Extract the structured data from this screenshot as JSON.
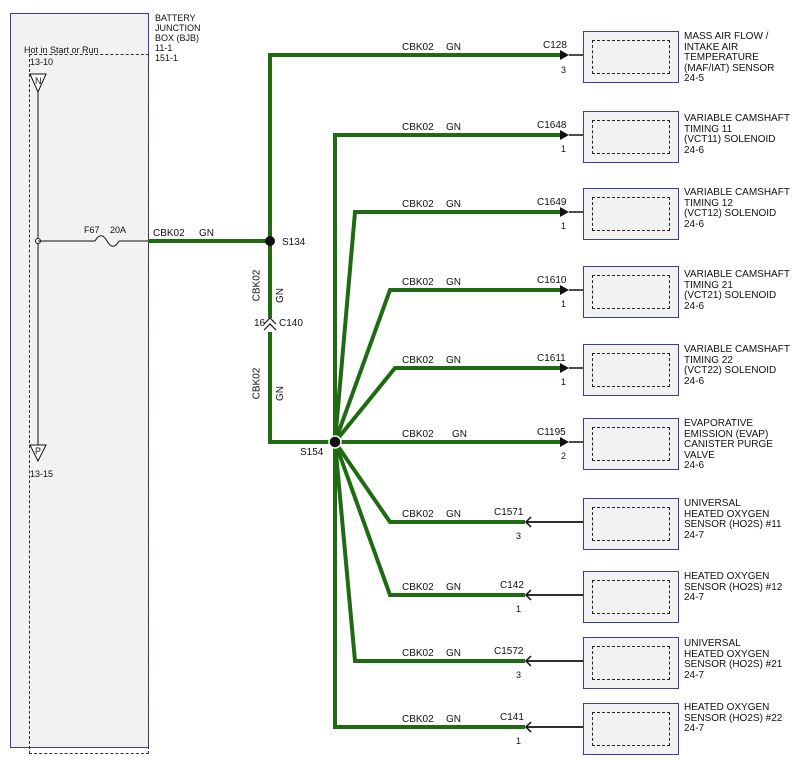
{
  "bjb": {
    "title_lines": [
      "BATTERY",
      "JUNCTION",
      "BOX (BJB)",
      "11-1",
      "151-1"
    ],
    "hot_label": "Hot in Start or Run",
    "top_ref": "13-10",
    "bottom_ref": "13-15",
    "pin_top": "N",
    "pin_bottom": "P",
    "fuse_name": "F67",
    "fuse_rating": "20A"
  },
  "main_wire": {
    "circuit": "CBK02",
    "color": "GN"
  },
  "splices": {
    "s134": "S134",
    "s154": "S154"
  },
  "inline_connector": {
    "name": "C140",
    "pin": "16"
  },
  "vertical_wires": [
    {
      "circuit": "CBK02",
      "color": "GN"
    },
    {
      "circuit": "CBK02",
      "color": "GN"
    }
  ],
  "branches": [
    {
      "circuit": "CBK02",
      "color": "GN",
      "connector": "C128",
      "pin": "3",
      "lines": [
        "MASS AIR FLOW /",
        "INTAKE AIR",
        "TEMPERATURE",
        "(MAF/IAT) SENSOR",
        "24-5"
      ]
    },
    {
      "circuit": "CBK02",
      "color": "GN",
      "connector": "C1648",
      "pin": "1",
      "lines": [
        "VARIABLE CAMSHAFT",
        "TIMING 11",
        "(VCT11) SOLENOID",
        "24-6"
      ]
    },
    {
      "circuit": "CBK02",
      "color": "GN",
      "connector": "C1649",
      "pin": "1",
      "lines": [
        "VARIABLE CAMSHAFT",
        "TIMING 12",
        "(VCT12) SOLENOID",
        "24-6"
      ]
    },
    {
      "circuit": "CBK02",
      "color": "GN",
      "connector": "C1610",
      "pin": "1",
      "lines": [
        "VARIABLE CAMSHAFT",
        "TIMING 21",
        "(VCT21) SOLENOID",
        "24-6"
      ]
    },
    {
      "circuit": "CBK02",
      "color": "GN",
      "connector": "C1611",
      "pin": "1",
      "lines": [
        "VARIABLE CAMSHAFT",
        "TIMING 22",
        "(VCT22) SOLENOID",
        "24-6"
      ]
    },
    {
      "circuit": "CBK02",
      "color": "GN",
      "connector": "C1195",
      "pin": "2",
      "lines": [
        "EVAPORATIVE",
        "EMISSION (EVAP)",
        "CANISTER PURGE",
        "VALVE",
        "24-6"
      ]
    },
    {
      "circuit": "CBK02",
      "color": "GN",
      "connector": "C1571",
      "pin": "3",
      "lines": [
        "UNIVERSAL",
        "HEATED OXYGEN",
        "SENSOR (HO2S) #11",
        "24-7"
      ]
    },
    {
      "circuit": "CBK02",
      "color": "GN",
      "connector": "C142",
      "pin": "1",
      "lines": [
        "HEATED OXYGEN",
        "SENSOR (HO2S) #12",
        "24-7"
      ]
    },
    {
      "circuit": "CBK02",
      "color": "GN",
      "connector": "C1572",
      "pin": "3",
      "lines": [
        "UNIVERSAL",
        "HEATED OXYGEN",
        "SENSOR (HO2S) #21",
        "24-7"
      ]
    },
    {
      "circuit": "CBK02",
      "color": "GN",
      "connector": "C141",
      "pin": "1",
      "lines": [
        "HEATED OXYGEN",
        "SENSOR (HO2S) #22",
        "24-7"
      ]
    }
  ],
  "colors": {
    "wire_green": "#1f6b12",
    "box_border": "#3c3ca0",
    "box_fill": "#f2f2f2"
  }
}
